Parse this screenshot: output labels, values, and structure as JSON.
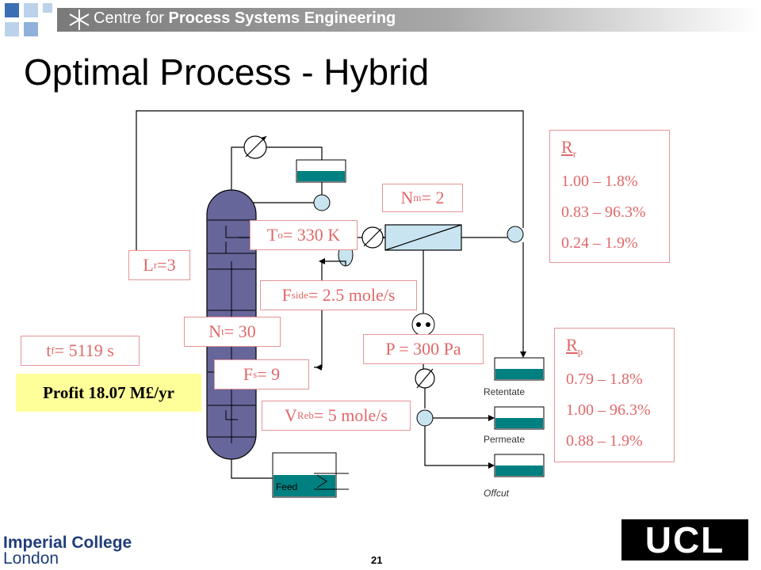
{
  "header": {
    "logo_text_prefix": "Centre for ",
    "logo_text_bold": "Process Systems Engineering"
  },
  "slide": {
    "title": "Optimal Process - Hybrid",
    "page_number": "21"
  },
  "labels": {
    "nm": {
      "main": "N",
      "sub": "m",
      "rest": " = 2"
    },
    "to": {
      "main": "T",
      "sub": "o",
      "rest": " = 330 K"
    },
    "lr": {
      "main": "L",
      "sub": "r",
      "rest": " =3"
    },
    "fside": {
      "main": "F",
      "sub": "side",
      "rest": " =  2.5 mole/s"
    },
    "nt": {
      "main": "N",
      "sub": "t",
      "rest": " = 30"
    },
    "tf": {
      "main": "t",
      "sub": "f",
      "rest": " = 5119 s"
    },
    "p": {
      "main": "P  = 300 Pa"
    },
    "fs": {
      "main": "F",
      "sub": "s",
      "rest": " = 9"
    },
    "vreb": {
      "main": "V",
      "sub": "Reb",
      "rest": " =  5 mole/s"
    }
  },
  "profit": "Profit 18.07 M£/yr",
  "retentate_box": {
    "head_main": "R",
    "head_sub": "r",
    "rows": [
      "1.00 – 1.8%",
      "0.83 – 96.3%",
      "0.24 – 1.9%"
    ]
  },
  "permeate_box": {
    "head_main": "R",
    "head_sub": "p",
    "rows": [
      "0.79 – 1.8%",
      "1.00 – 96.3%",
      "0.88 – 1.9%"
    ]
  },
  "streams": {
    "retentate": "Retentate",
    "permeate": "Permeate",
    "offcut": "Offcut",
    "feed": "Feed"
  },
  "logos": {
    "imperial_line1": "Imperial College",
    "imperial_line2": "London",
    "ucl": "UCL"
  },
  "colors": {
    "banner": "#8c8c8c",
    "column": "#66669a",
    "tank_liquid": "#008080",
    "label_border": "#e59596",
    "label_text": "#e0686a",
    "profit_bg": "#ffff99",
    "vessel_fill": "#c8e4f0"
  }
}
